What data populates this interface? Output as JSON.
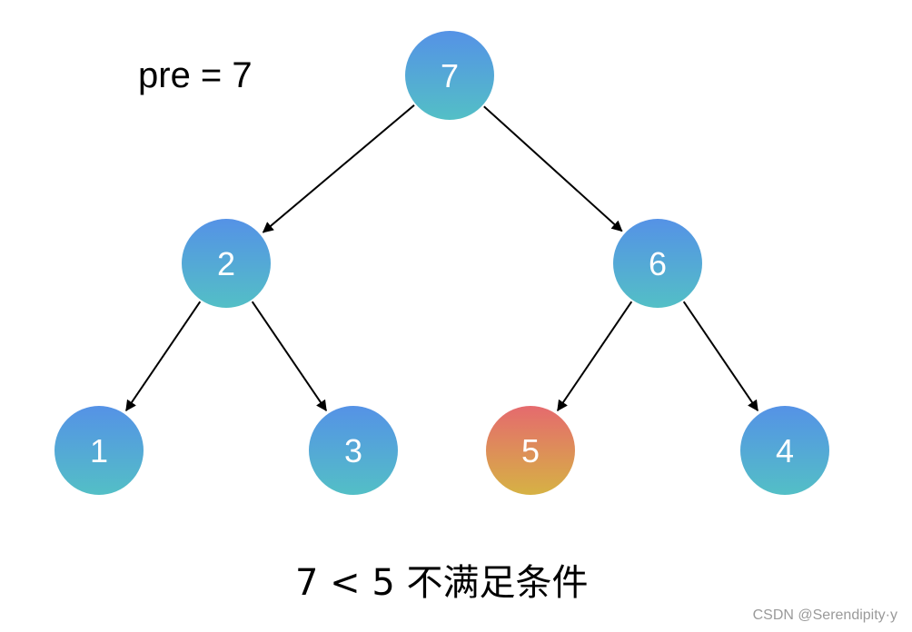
{
  "pre_label": "pre = 7",
  "caption": "7 < 5 不满足条件",
  "watermark": "CSDN @Serendipity·y",
  "colors": {
    "normal_top": "#5592e6",
    "normal_bottom": "#53bfc6",
    "highlight_top": "#e56a6e",
    "highlight_bottom": "#d6b244",
    "edge": "#000000"
  },
  "tree": {
    "nodes": [
      {
        "id": "n7",
        "label": "7",
        "highlight": false
      },
      {
        "id": "n2",
        "label": "2",
        "highlight": false
      },
      {
        "id": "n6",
        "label": "6",
        "highlight": false
      },
      {
        "id": "n1",
        "label": "1",
        "highlight": false
      },
      {
        "id": "n3",
        "label": "3",
        "highlight": false
      },
      {
        "id": "n5",
        "label": "5",
        "highlight": true
      },
      {
        "id": "n4",
        "label": "4",
        "highlight": false
      }
    ],
    "edges": [
      {
        "from": "n7",
        "to": "n2"
      },
      {
        "from": "n7",
        "to": "n6"
      },
      {
        "from": "n2",
        "to": "n1"
      },
      {
        "from": "n2",
        "to": "n3"
      },
      {
        "from": "n6",
        "to": "n5"
      },
      {
        "from": "n6",
        "to": "n4"
      }
    ]
  }
}
